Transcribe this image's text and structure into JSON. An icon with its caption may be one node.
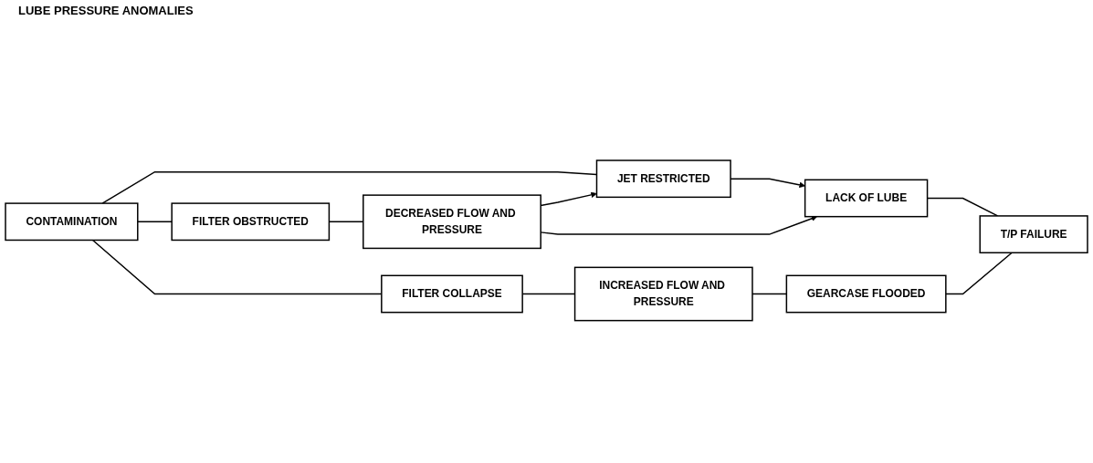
{
  "diagram": {
    "title": "LUBE PRESSURE ANOMALIES",
    "nodes": [
      {
        "text": [
          "CONTAMINATION"
        ]
      },
      {
        "text": [
          "JET RESTRICTED"
        ]
      },
      {
        "text": [
          "FILTER OBSTRUCTED"
        ]
      },
      {
        "text": [
          "DECREASED FLOW AND PRESSURE"
        ]
      },
      {
        "text": [
          "LACK OF LUBE"
        ]
      },
      {
        "text": [
          "T/P FAILURE"
        ]
      },
      {
        "text": [
          "FILTER COLLAPSE"
        ]
      },
      {
        "text": [
          "INCREASED FLOW AND PRESSURE"
        ]
      },
      {
        "text": [
          "GEARCASE FLOODED"
        ]
      }
    ],
    "edges": [
      {
        "from": 0,
        "to": 1,
        "arrow": "none"
      },
      {
        "from": 0,
        "to": 2,
        "arrow": "none"
      },
      {
        "from": 0,
        "to": 6,
        "arrow": "none"
      },
      {
        "from": 2,
        "to": 3,
        "arrow": "none"
      },
      {
        "from": 3,
        "to": 1,
        "arrow": "to"
      },
      {
        "from": 3,
        "to": 4,
        "arrow": "to"
      },
      {
        "from": 1,
        "to": 4,
        "arrow": "to"
      },
      {
        "from": 4,
        "to": 5,
        "arrow": "none"
      },
      {
        "from": 6,
        "to": 7,
        "arrow": "none"
      },
      {
        "from": 7,
        "to": 8,
        "arrow": "none"
      },
      {
        "from": 8,
        "to": 5,
        "arrow": "none"
      }
    ]
  }
}
